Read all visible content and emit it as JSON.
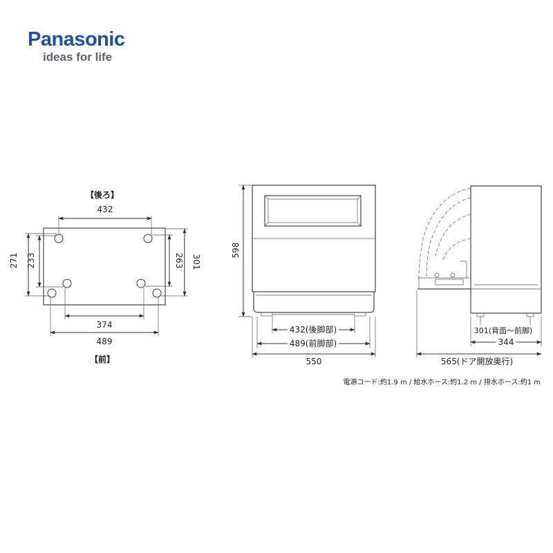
{
  "brand": {
    "name": "Panasonic",
    "tagline": "ideas for life",
    "color": "#1d50a2"
  },
  "bottom_view": {
    "top_label": "【後ろ】",
    "bottom_label": "【前】",
    "dims": {
      "rear_feet_width": "432",
      "front_feet_width": "374",
      "total_width": "489",
      "left_outer": "271",
      "left_inner": "233",
      "right_inner": "263",
      "right_outer": "301"
    }
  },
  "front_view": {
    "height": "598",
    "rear_feet_width": "432(後脚部)",
    "front_feet_width": "489(前脚部)",
    "total_width": "550"
  },
  "side_view": {
    "feet_depth": "301(背面〜前脚)",
    "body_depth": "344",
    "door_open_depth": "565(ドア開放奥行)"
  },
  "note": "電源コード:約1.9 m / 給水ホース:約1.2 m / 排水ホース:約1 m"
}
